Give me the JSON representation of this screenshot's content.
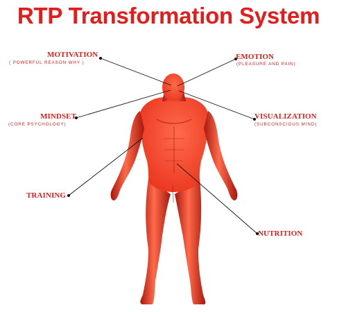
{
  "title": "RTP Transformation System",
  "colors": {
    "text_red": "#e31c1c",
    "body_light": "#ff6a4a",
    "body_mid": "#e8321c",
    "body_dark": "#a8170e",
    "line": "#111111"
  },
  "labels": {
    "motivation": {
      "label": "MOTIVATION",
      "sublabel": "( POWERFUL REASON WHY )"
    },
    "emotion": {
      "label": "EMOTION",
      "sublabel": "(PLEASURE AND PAIN)"
    },
    "mindset": {
      "label": "MINDSET",
      "sublabel": "(CORE PSYCHOLOGY)"
    },
    "visualization": {
      "label": "VISUALIZATION",
      "sublabel": "(SUBCONSCIOUS MIND)"
    },
    "training": {
      "label": "TRAINING"
    },
    "nutrition": {
      "label": "NUTRITION"
    }
  }
}
